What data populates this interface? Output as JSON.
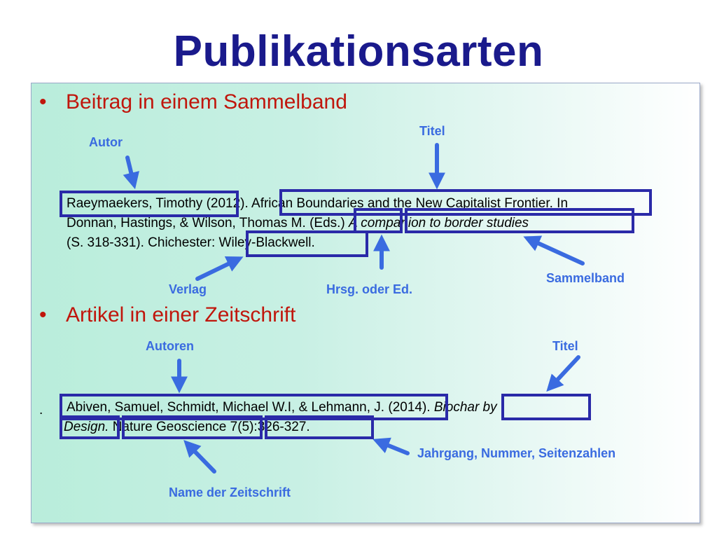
{
  "title": "Publikationsarten",
  "section1": {
    "bullet": "•",
    "heading": "Beitrag in einem Sammelband",
    "labels": {
      "autor": "Autor",
      "titel": "Titel",
      "verlag": "Verlag",
      "hrsg": "Hrsg. oder Ed.",
      "sammelband": "Sammelband"
    },
    "citation": {
      "line1_author": "Raeymaekers, Timothy",
      "line1_year": " (2012). ",
      "line1_title": "African Boundaries and the New Capitalist Frontier.",
      "line1_in": " In",
      "line2_editors": "Donnan, Hastings, & Wilson, Thomas M. ",
      "line2_eds": "(Eds.)",
      "line2_book": "A companion to border studies",
      "line3_pages": "(S. 318-331). Chichester: ",
      "line3_publisher": "Wiley-Blackwell."
    }
  },
  "section2": {
    "bullet": "•",
    "heading": "Artikel in einer Zeitschrift",
    "labels": {
      "autoren": "Autoren",
      "titel": "Titel",
      "jahrgang": "Jahrgang, Nummer, Seitenzahlen",
      "zeitschrift": "Name der Zeitschrift"
    },
    "citation": {
      "dot": ".",
      "line1_authors": "Abiven, Samuel, Schmidt, Michael W.I, & Lehmann, J.",
      "line1_year": " (2014). ",
      "line1_title": "Biochar by",
      "line2_title": "Design.",
      "line2_journal": "Nature Geoscience",
      "line2_volume": "7(5):326-327."
    }
  },
  "colors": {
    "title": "#1a1a8c",
    "heading": "#c0160c",
    "label": "#3a6be0",
    "box": "#2a2aa8",
    "arrow": "#3a6be0"
  }
}
